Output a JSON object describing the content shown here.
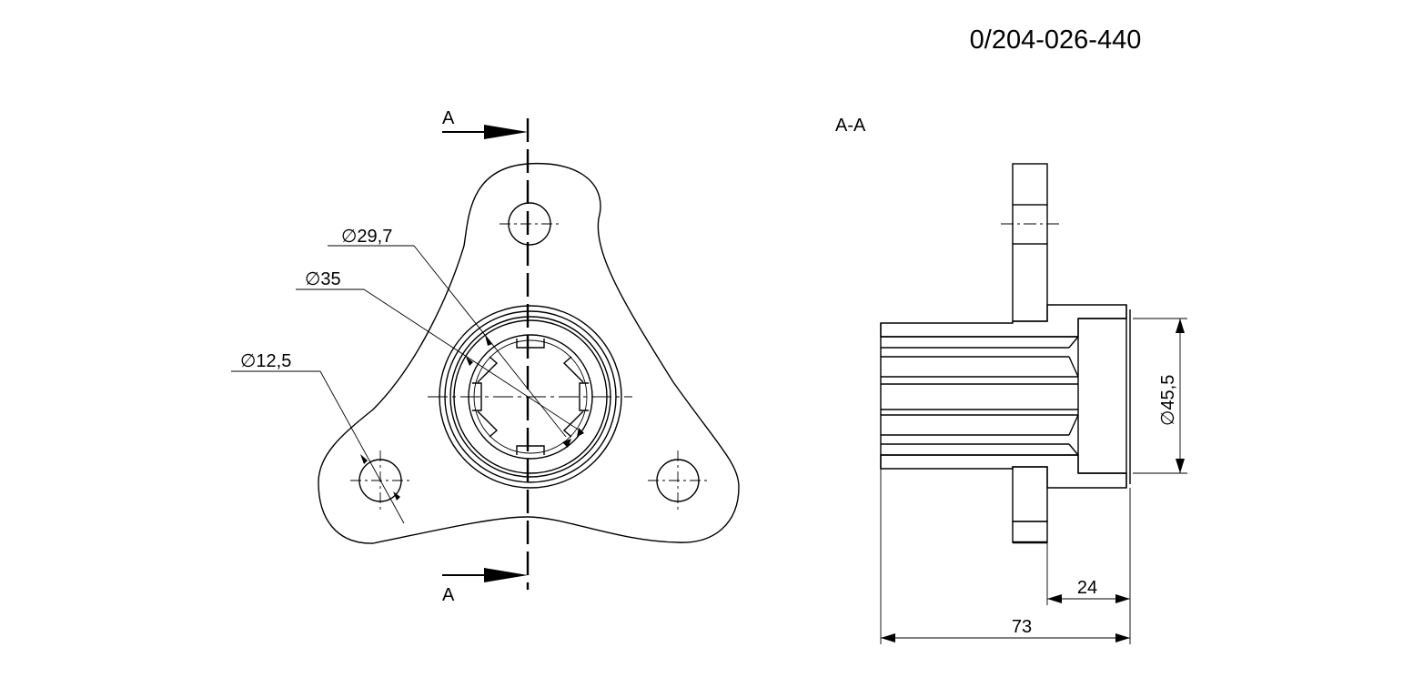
{
  "part_number": "0/204-026-440",
  "section_marker_top": "A",
  "section_marker_bottom": "A",
  "section_title": "A-A",
  "diameter_symbol": "∅",
  "dimensions": {
    "d_29_7": "29,7",
    "d_35": "35",
    "d_12_5": "12,5",
    "d_45_5": "45,5",
    "len_24": "24",
    "len_73": "73"
  }
}
